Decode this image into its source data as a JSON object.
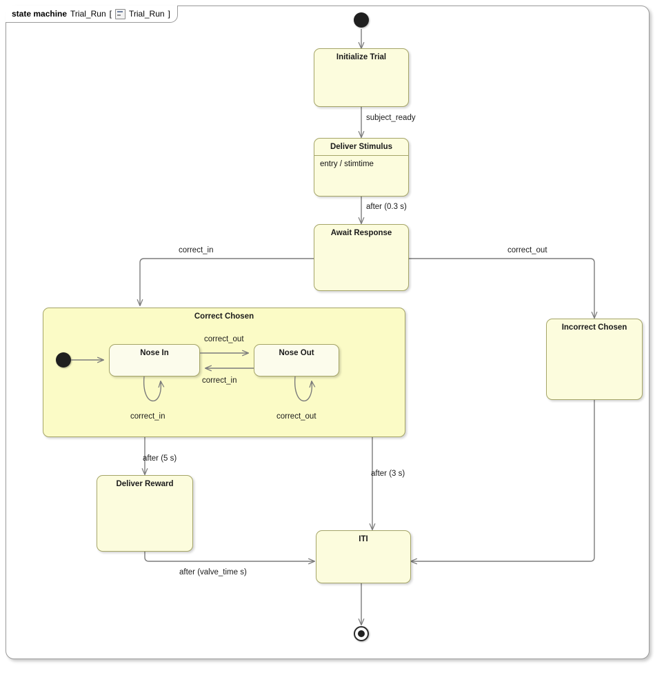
{
  "diagram": {
    "kind_label": "state machine",
    "name": "Trial_Run",
    "bracket_open": "[",
    "bracket_close": "]",
    "qualifier": "Trial_Run",
    "icon": "state-machine-icon",
    "colors": {
      "state_fill": "#fcfcdd",
      "composite_fill": "#fbfbc6",
      "inner_state_fill": "#fcfcec",
      "state_border": "#a5a567",
      "edge_stroke": "#7b7b7b",
      "frame_border": "#9a9a9a",
      "pseudostate_fill": "#1f1f1f",
      "canvas_background": "#ffffff"
    }
  },
  "states": {
    "initialize_trial": {
      "name": "Initialize Trial"
    },
    "deliver_stimulus": {
      "name": "Deliver Stimulus",
      "entry": "entry / stimtime"
    },
    "await_response": {
      "name": "Await Response"
    },
    "correct_chosen": {
      "name": "Correct Chosen"
    },
    "nose_in": {
      "name": "Nose In"
    },
    "nose_out": {
      "name": "Nose Out"
    },
    "incorrect_chosen": {
      "name": "Incorrect Chosen"
    },
    "deliver_reward": {
      "name": "Deliver Reward"
    },
    "iti": {
      "name": "ITI"
    }
  },
  "pseudostates": {
    "initial": "initial-state",
    "initial_correct_chosen": "initial-state",
    "final": "final-state"
  },
  "transitions": {
    "subject_ready": "subject_ready",
    "after_stimulus": "after (0.3 s)",
    "correct_in": "correct_in",
    "correct_out": "correct_out",
    "nosein_to_noseout": "correct_out",
    "noseout_to_nosein": "correct_in",
    "nosein_self": "correct_in",
    "noseout_self": "correct_out",
    "after_5s": "after (5 s)",
    "after_3s": "after (3 s)",
    "after_valve_time": "after (valve_time s)"
  }
}
